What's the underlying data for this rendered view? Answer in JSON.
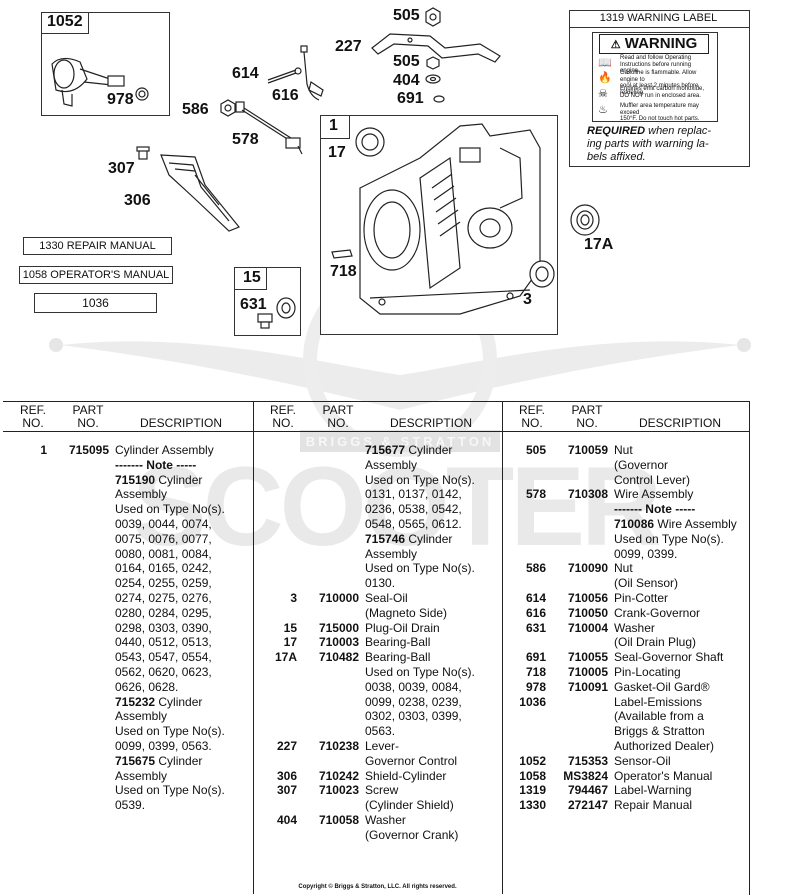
{
  "callouts": {
    "c1052": "1052",
    "c978": "978",
    "c505a": "505",
    "c227": "227",
    "c505b": "505",
    "c404": "404",
    "c691": "691",
    "c614": "614",
    "c616": "616",
    "c586": "586",
    "c578": "578",
    "c307": "307",
    "c306": "306",
    "c1": "1",
    "c17": "17",
    "c17A": "17A",
    "c718": "718",
    "c3": "3",
    "c15": "15",
    "c631": "631"
  },
  "manual_labels": {
    "repair": "1330 REPAIR MANUAL",
    "operator": "1058 OPERATOR'S MANUAL",
    "emissions": "1036"
  },
  "warning_label": {
    "title": "1319 WARNING LABEL",
    "heading": "WARNING",
    "lines": [
      "Read and follow Operating",
      "Instructions before running engine.",
      "Gasoline is flammable. Allow engine to",
      "cool at least 2 minutes before refueling.",
      "Engines emit carbon monoxide,",
      "DO NOT run in enclosed area.",
      "Muffler area temperature may exceed",
      "150°F. Do not touch hot parts."
    ],
    "required_bold": "REQUIRED",
    "required_lines": [
      " when replac-",
      "ing parts with warning la-",
      "bels affixed."
    ]
  },
  "table": {
    "headers": {
      "ref": [
        "REF.",
        "NO."
      ],
      "part": [
        "PART",
        "NO."
      ],
      "desc": "DESCRIPTION"
    },
    "col1": [
      {
        "ref": "1",
        "part": "715095",
        "lines": [
          {
            "t": "Cylinder Assembly"
          },
          {
            "t": "------- Note -----",
            "b": true
          },
          {
            "t": "715190 Cylinder",
            "bp": "715190"
          },
          {
            "t": "Assembly"
          },
          {
            "t": "Used on Type No(s)."
          },
          {
            "t": "0039, 0044, 0074,"
          },
          {
            "t": "0075, 0076, 0077,"
          },
          {
            "t": "0080, 0081, 0084,"
          },
          {
            "t": "0164, 0165, 0242,"
          },
          {
            "t": "0254, 0255, 0259,"
          },
          {
            "t": "0274, 0275, 0276,"
          },
          {
            "t": "0280, 0284, 0295,"
          },
          {
            "t": "0298, 0303, 0390,"
          },
          {
            "t": "0440, 0512, 0513,"
          },
          {
            "t": "0543, 0547, 0554,"
          },
          {
            "t": "0562, 0620, 0623,"
          },
          {
            "t": "0626, 0628."
          },
          {
            "t": "715232 Cylinder",
            "bp": "715232"
          },
          {
            "t": "Assembly"
          },
          {
            "t": "Used on Type No(s)."
          },
          {
            "t": "0099, 0399, 0563."
          },
          {
            "t": "715675 Cylinder",
            "bp": "715675"
          },
          {
            "t": "Assembly"
          },
          {
            "t": "Used on Type No(s)."
          },
          {
            "t": "0539."
          }
        ]
      }
    ],
    "col2": [
      {
        "ref": "",
        "part": "",
        "lines": [
          {
            "t": "715677 Cylinder",
            "bp": "715677"
          },
          {
            "t": "Assembly"
          },
          {
            "t": "Used on Type No(s)."
          },
          {
            "t": "0131, 0137, 0142,"
          },
          {
            "t": "0236, 0538, 0542,"
          },
          {
            "t": "0548, 0565, 0612."
          },
          {
            "t": "715746 Cylinder",
            "bp": "715746"
          },
          {
            "t": "Assembly"
          },
          {
            "t": "Used on Type No(s)."
          },
          {
            "t": "0130."
          }
        ]
      },
      {
        "ref": "3",
        "part": "710000",
        "lines": [
          {
            "t": "Seal-Oil"
          },
          {
            "t": "(Magneto Side)"
          }
        ]
      },
      {
        "ref": "15",
        "part": "715000",
        "lines": [
          {
            "t": "Plug-Oil Drain"
          }
        ]
      },
      {
        "ref": "17",
        "part": "710003",
        "lines": [
          {
            "t": "Bearing-Ball"
          }
        ]
      },
      {
        "ref": "17A",
        "part": "710482",
        "lines": [
          {
            "t": "Bearing-Ball"
          },
          {
            "t": "Used on Type No(s)."
          },
          {
            "t": "0038, 0039, 0084,"
          },
          {
            "t": "0099, 0238, 0239,"
          },
          {
            "t": "0302, 0303, 0399,"
          },
          {
            "t": "0563."
          }
        ]
      },
      {
        "ref": "227",
        "part": "710238",
        "lines": [
          {
            "t": "Lever-"
          },
          {
            "t": "Governor Control"
          }
        ]
      },
      {
        "ref": "306",
        "part": "710242",
        "lines": [
          {
            "t": "Shield-Cylinder"
          }
        ]
      },
      {
        "ref": "307",
        "part": "710023",
        "lines": [
          {
            "t": "Screw"
          },
          {
            "t": "(Cylinder Shield)"
          }
        ]
      },
      {
        "ref": "404",
        "part": "710058",
        "lines": [
          {
            "t": "Washer"
          },
          {
            "t": "(Governor Crank)"
          }
        ]
      }
    ],
    "col3": [
      {
        "ref": "505",
        "part": "710059",
        "lines": [
          {
            "t": "Nut"
          },
          {
            "t": "(Governor"
          },
          {
            "t": "Control Lever)"
          }
        ]
      },
      {
        "ref": "578",
        "part": "710308",
        "lines": [
          {
            "t": "Wire Assembly"
          },
          {
            "t": "------- Note -----",
            "b": true
          },
          {
            "t": "710086 Wire Assembly",
            "bp": "710086"
          },
          {
            "t": "Used on Type No(s)."
          },
          {
            "t": "0099, 0399."
          }
        ]
      },
      {
        "ref": "586",
        "part": "710090",
        "lines": [
          {
            "t": "Nut"
          },
          {
            "t": "(Oil Sensor)"
          }
        ]
      },
      {
        "ref": "614",
        "part": "710056",
        "lines": [
          {
            "t": "Pin-Cotter"
          }
        ]
      },
      {
        "ref": "616",
        "part": "710050",
        "lines": [
          {
            "t": "Crank-Governor"
          }
        ]
      },
      {
        "ref": "631",
        "part": "710004",
        "lines": [
          {
            "t": "Washer"
          },
          {
            "t": "(Oil Drain Plug)"
          }
        ]
      },
      {
        "ref": "691",
        "part": "710055",
        "lines": [
          {
            "t": "Seal-Governor Shaft"
          }
        ]
      },
      {
        "ref": "718",
        "part": "710005",
        "lines": [
          {
            "t": "Pin-Locating"
          }
        ]
      },
      {
        "ref": "978",
        "part": "710091",
        "lines": [
          {
            "t": "Gasket-Oil Gard®"
          }
        ]
      },
      {
        "ref": "1036",
        "part": "",
        "lines": [
          {
            "t": "Label-Emissions"
          },
          {
            "t": "(Available from a"
          },
          {
            "t": "Briggs & Stratton"
          },
          {
            "t": "Authorized Dealer)"
          }
        ]
      },
      {
        "ref": "1052",
        "part": "715353",
        "lines": [
          {
            "t": "Sensor-Oil"
          }
        ]
      },
      {
        "ref": "1058",
        "part": "MS3824",
        "lines": [
          {
            "t": "Operator's Manual"
          }
        ]
      },
      {
        "ref": "1319",
        "part": "794467",
        "lines": [
          {
            "t": "Label-Warning"
          }
        ]
      },
      {
        "ref": "1330",
        "part": "272147",
        "lines": [
          {
            "t": "Repair Manual"
          }
        ]
      }
    ]
  },
  "copyright": "Copyright © Briggs & Stratton, LLC. All rights reserved.",
  "watermark": {
    "main": "SCOOTER",
    "band": "BRIGGS & STRATTON"
  }
}
